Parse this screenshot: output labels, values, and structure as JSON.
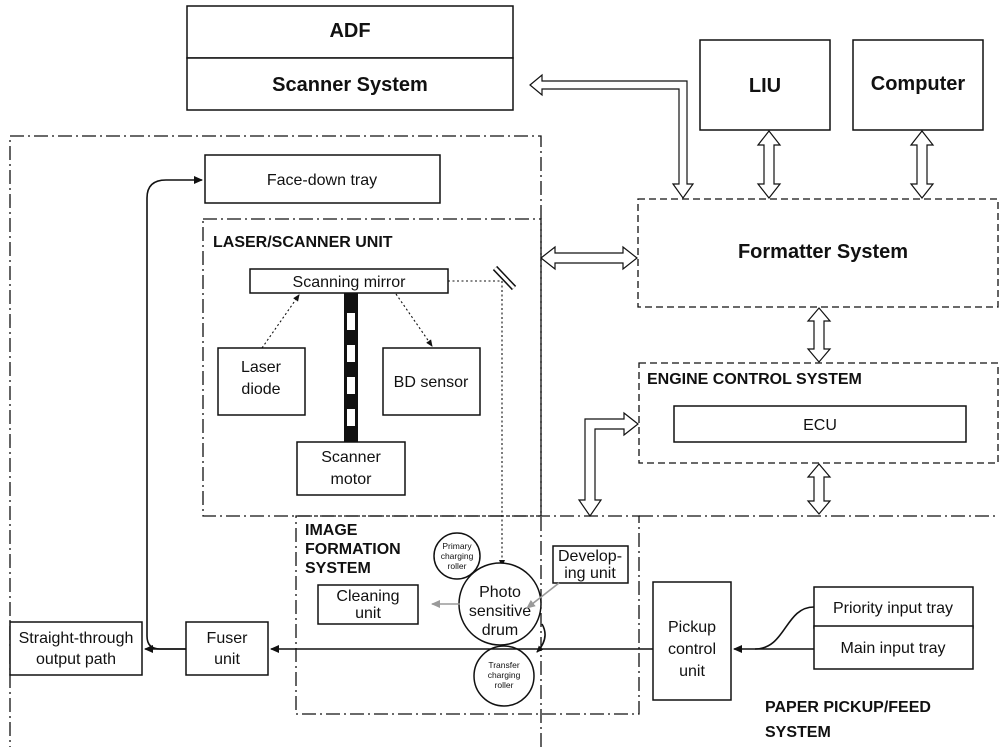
{
  "blocks": {
    "adf": "ADF",
    "scanner_system": "Scanner System",
    "liu": "LIU",
    "computer": "Computer",
    "face_down_tray": "Face-down tray",
    "formatter_system": "Formatter System",
    "laser_scanner_unit": "LASER/SCANNER UNIT",
    "scanning_mirror": "Scanning mirror",
    "laser_diode": [
      "Laser",
      "diode"
    ],
    "bd_sensor": "BD sensor",
    "scanner_motor": [
      "Scanner",
      "motor"
    ],
    "engine_control_system": "ENGINE CONTROL SYSTEM",
    "ecu": "ECU",
    "image_formation_system": [
      "IMAGE",
      "FORMATION",
      "SYSTEM"
    ],
    "primary_charging_roller": [
      "Primary",
      "charging",
      "roller"
    ],
    "developing_unit": [
      "Develop-",
      "ing unit"
    ],
    "photosensitive_drum": [
      "Photo",
      "sensitive",
      "drum"
    ],
    "cleaning_unit": [
      "Cleaning",
      "unit"
    ],
    "transfer_charging_roller": [
      "Transfer",
      "charging",
      "roller"
    ],
    "straight_through": [
      "Straight-through",
      "output path"
    ],
    "fuser_unit": [
      "Fuser",
      "unit"
    ],
    "pickup_control_unit": [
      "Pickup",
      "control",
      "unit"
    ],
    "priority_input_tray": "Priority input tray",
    "main_input_tray": "Main input tray",
    "paper_pickup_feed_system": [
      "PAPER PICKUP/FEED",
      "SYSTEM"
    ]
  }
}
